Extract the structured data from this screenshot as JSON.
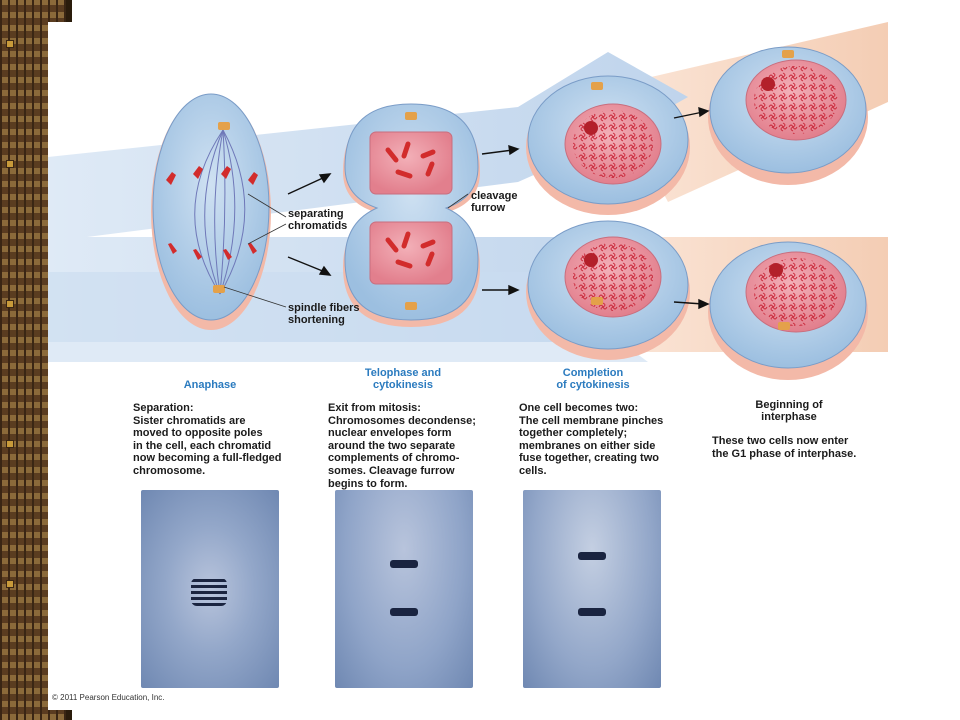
{
  "stages": [
    {
      "title": "Anaphase",
      "body": "Separation:\nSister chromatids are\nmoved to opposite poles\nin the cell, each chromatid\nnow becoming a full-fledged\nchromosome."
    },
    {
      "title": "Telophase and\ncytokinesis",
      "body": "Exit from mitosis:\nChromosomes decondense;\nnuclear envelopes form\naround the two separate\ncomplements of chromo-\nsomes. Cleavage furrow\nbegins to form."
    },
    {
      "title": "Completion\nof cytokinesis",
      "body": "One cell becomes two:\nThe cell membrane pinches\ntogether completely;\nmembranes on either side\nfuse together, creating two\ncells."
    },
    {
      "title": "Beginning of\ninterphase",
      "body": "These two cells now enter\nthe G1 phase of interphase."
    }
  ],
  "labels": {
    "separating": "separating\nchromatids",
    "spindle": "spindle fibers\nshortening",
    "cleavage": "cleavage\nfurrow"
  },
  "copyright": "© 2011 Pearson Education, Inc.",
  "colors": {
    "cell_blue": "#aecbe6",
    "nucleus_pink": "#e98c98",
    "chromosome_red": "#d22c2c",
    "arrow_blue": "#c9dcf0",
    "arrow_peach": "#f6d8c4",
    "title_blue": "#2b7bbf"
  }
}
